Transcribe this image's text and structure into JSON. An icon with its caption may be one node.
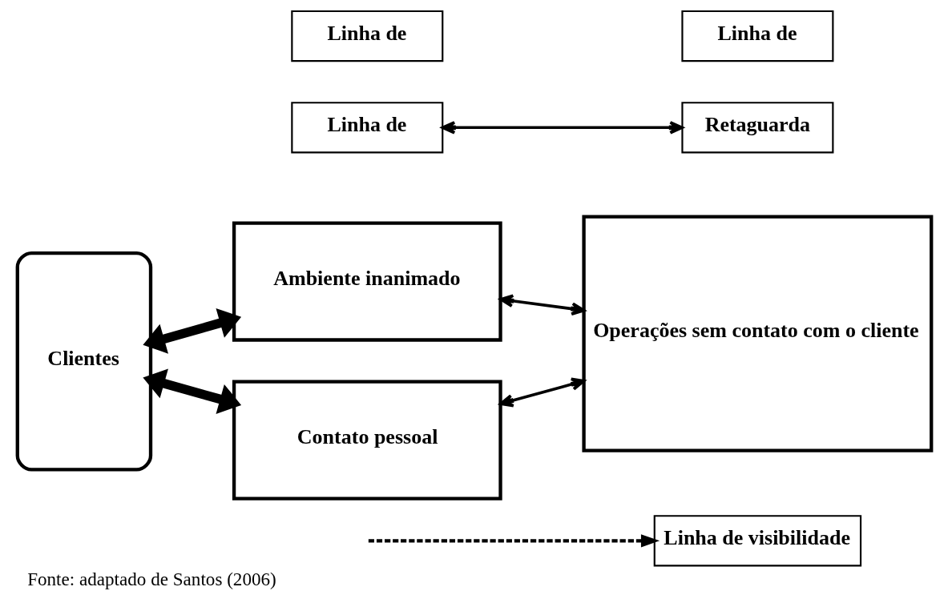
{
  "diagram": {
    "caption": "Fonte: adaptado de Santos (2006)",
    "nodes": [
      {
        "text": [
          "Linha de visibilidade"
        ]
      },
      {
        "text": [
          "Clientes"
        ]
      },
      {
        "text": [
          "Ambiente inanimado"
        ]
      },
      {
        "text": [
          "Operações sem contato com o cliente"
        ]
      },
      {
        "text": [
          "Contato pessoal"
        ]
      },
      {
        "text": [
          "Linha de"
        ]
      },
      {
        "text": [
          "Retaguarda"
        ]
      },
      {
        "text": [
          "Linha de"
        ]
      },
      {
        "text": [
          "Linha de"
        ]
      }
    ],
    "edges": [
      {
        "from": 1,
        "to": 2,
        "arrow": "both",
        "style": "thick"
      },
      {
        "from": 1,
        "to": 4,
        "arrow": "both",
        "style": "thick"
      },
      {
        "from": 2,
        "to": 3,
        "arrow": "both"
      },
      {
        "from": 4,
        "to": 3,
        "arrow": "both"
      },
      {
        "from": 5,
        "to": 6,
        "arrow": "both"
      },
      {
        "from": null,
        "to": 0,
        "arrow": "to",
        "style": "dashed"
      }
    ]
  }
}
